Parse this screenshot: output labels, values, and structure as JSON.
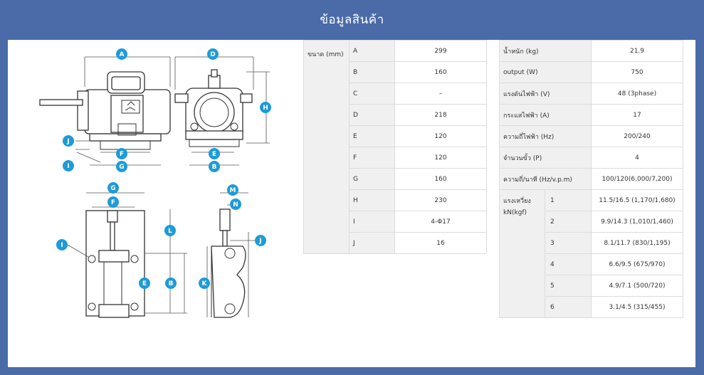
{
  "header": {
    "title": "ข้อมูลสินค้า"
  },
  "dimensions": {
    "header": "ขนาด (mm)",
    "rows": [
      {
        "key": "A",
        "value": "299"
      },
      {
        "key": "B",
        "value": "160"
      },
      {
        "key": "C",
        "value": "–"
      },
      {
        "key": "D",
        "value": "218"
      },
      {
        "key": "E",
        "value": "120"
      },
      {
        "key": "F",
        "value": "120"
      },
      {
        "key": "G",
        "value": "160"
      },
      {
        "key": "H",
        "value": "230"
      },
      {
        "key": "I",
        "value": "4-Φ17"
      },
      {
        "key": "J",
        "value": "16"
      }
    ]
  },
  "specs": {
    "rows": [
      {
        "label": "น้ำหนัก (kg)",
        "value": "21.9"
      },
      {
        "label": "output (W)",
        "value": "750"
      },
      {
        "label": "แรงดันไฟฟ้า (V)",
        "value": "48 (3phase)"
      },
      {
        "label": "กระแสไฟฟ้า (A)",
        "value": "17"
      },
      {
        "label": "ความถี่ไฟฟ้า (Hz)",
        "value": "200/240"
      },
      {
        "label": "จำนวนขั้ว (P)",
        "value": "4"
      },
      {
        "label": "ความถี่/นาที (Hz/v.p.m)",
        "value": "100/120(6,000/7,200)"
      }
    ],
    "force": {
      "label_line1": "แรงเหวี่ยง",
      "label_line2": "kN(kgf)",
      "rows": [
        {
          "key": "1",
          "value": "11.5/16.5 (1,170/1,680)"
        },
        {
          "key": "2",
          "value": "9.9/14.3 (1,010/1,460)"
        },
        {
          "key": "3",
          "value": "8.1/11.7 (830/1,195)"
        },
        {
          "key": "4",
          "value": "6.6/9.5 (675/970)"
        },
        {
          "key": "5",
          "value": "4.9/7.1 (500/720)"
        },
        {
          "key": "6",
          "value": "3.1/4.5 (315/455)"
        }
      ]
    }
  },
  "drawing_labels": {
    "A": "A",
    "B": "B",
    "D": "D",
    "E": "E",
    "F": "F",
    "G": "G",
    "H": "H",
    "I": "I",
    "J": "J",
    "K": "K",
    "L": "L",
    "M": "M",
    "N": "N"
  },
  "colors": {
    "frame": "#4a6aa8",
    "badge": "#1e9bd7",
    "line": "#333333"
  }
}
